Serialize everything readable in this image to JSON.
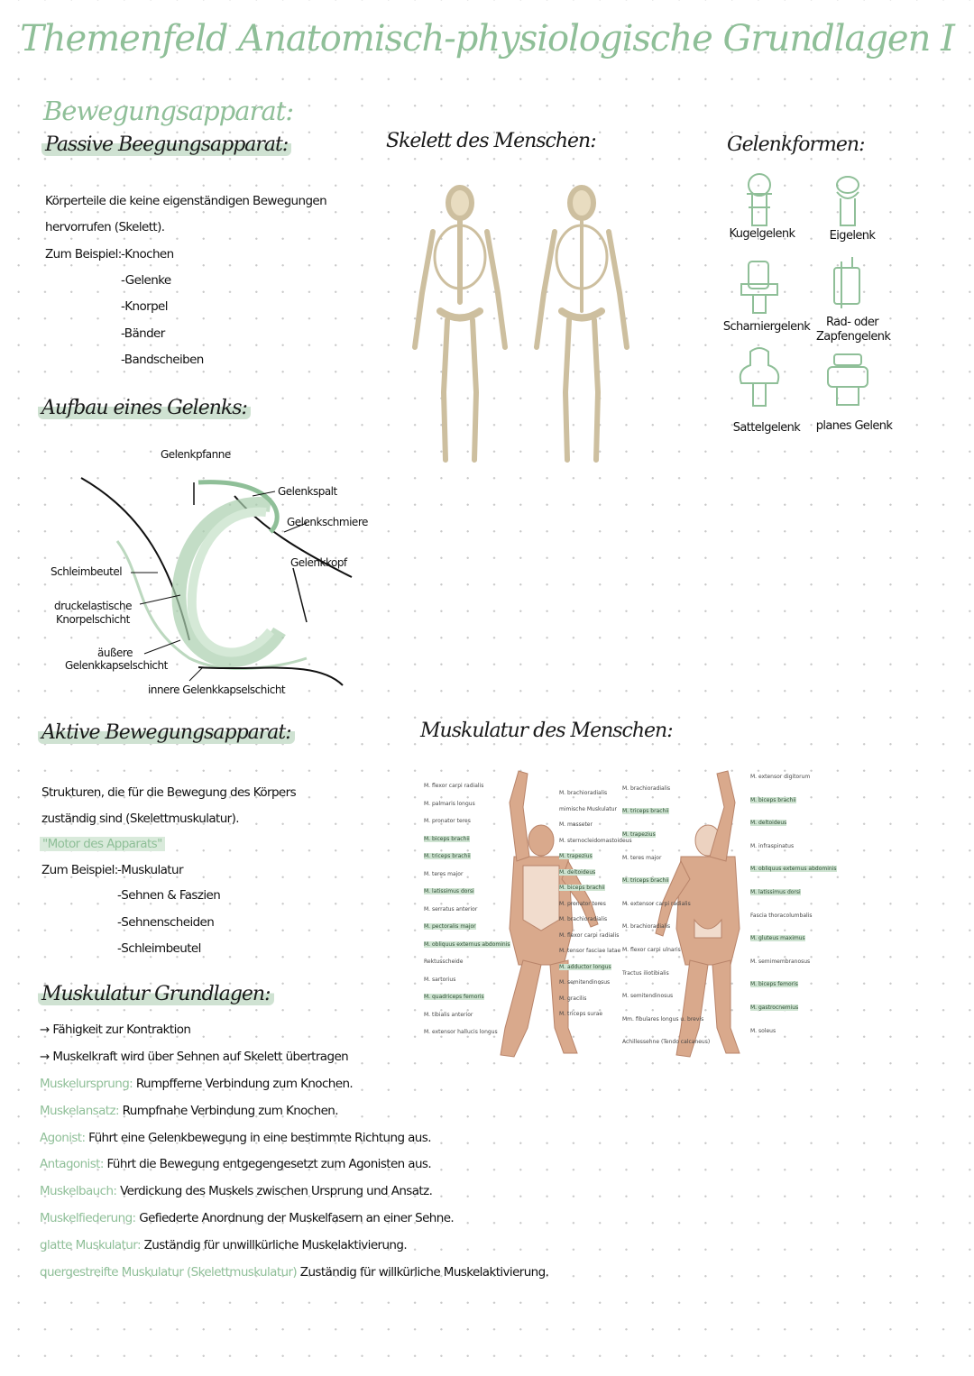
{
  "title": "Themenfeld Anatomisch-physiologische Grundlagen I",
  "bewegungsapparat": {
    "heading": "Bewegungsapparat:",
    "passive": {
      "heading": "Passive Beegungsapparat:",
      "lines": [
        "Körperteile die keine eigenständigen Bewegungen",
        "hervorrufen (Skelett)."
      ],
      "example_label": "Zum Beispiel:",
      "examples": [
        "-Knochen",
        "-Gelenke",
        "-Knorpel",
        "-Bänder",
        "-Bandscheiben"
      ]
    },
    "gelenk": {
      "heading": "Aufbau eines Gelenks:",
      "labels": {
        "gelenkpfanne": "Gelenkpfanne",
        "gelenkspalt": "Gelenkspalt",
        "gelenkschmiere": "Gelenkschmiere",
        "gelenkkopf": "Gelenkkopf",
        "schleimbeutel": "Schleimbeutel",
        "knorpel1": "druckelastische",
        "knorpel2": "Knorpelschicht",
        "aussen1": "äußere",
        "aussen2": "Gelenkkapselschicht",
        "innen": "innere Gelenkkapselschicht"
      }
    },
    "skelett": {
      "heading": "Skelett des Menschen:"
    },
    "gelenkformen": {
      "heading": "Gelenkformen:",
      "items": [
        "Kugelgelenk",
        "Eigelenk",
        "Scharniergelenk",
        "Rad- oder Zapfengelenk",
        "Sattelgelenk",
        "planes Gelenk"
      ]
    },
    "aktive": {
      "heading": "Aktive Bewegungsapparat:",
      "lines": [
        "Strukturen, die für die Bewegung des Körpers",
        "zuständig sind (Skelettmuskulatur)."
      ],
      "highlight": "\"Motor des Apparats\"",
      "example_label": "Zum Beispiel:",
      "examples": [
        "-Muskulatur",
        "-Sehnen & Faszien",
        "-Sehnenscheiden",
        "-Schleimbeutel"
      ]
    },
    "muskulatur": {
      "heading": "Muskulatur des Menschen:",
      "front_labels": [
        "M. flexor carpi radialis",
        "M. palmaris longus",
        "M. pronator teres",
        "M. biceps brachii",
        "M. triceps brachii",
        "M. teres major",
        "M. latissimus dorsi",
        "M. serratus anterior",
        "M. pectoralis major",
        "M. obliquus externus abdominis",
        "Rektusscheide",
        "M. sartorius",
        "M. quadriceps femoris",
        "M. tibialis anterior",
        "M. extensor hallucis longus",
        "M. brachioradialis",
        "mimische Muskulatur",
        "M. masseter",
        "M. sternocleidomastoideus",
        "M. trapezius",
        "M. deltoideus",
        "M. biceps brachii",
        "M. pronator teres",
        "M. brachioradialis",
        "M. flexor carpi radialis",
        "M. tensor fasciae latae",
        "M. adductor longus",
        "M. semitendinosus",
        "M. gracilis",
        "M. triceps surae"
      ],
      "back_labels": [
        "M. extensor digitorum",
        "M. brachioradialis",
        "M. biceps brachii",
        "M. triceps brachii",
        "M. deltoideus",
        "M. trapezius",
        "M. infraspinatus",
        "M. teres major",
        "M. obliquus externus abdominis",
        "M. triceps brachii",
        "M. latissimus dorsi",
        "M. extensor carpi radialis",
        "Fascia thoracolumbalis",
        "M. brachioradialis",
        "M. gluteus maximus",
        "M. flexor carpi ulnaris",
        "M. semimembranosus",
        "Tractus iliotibialis",
        "M. biceps femoris",
        "M. semitendinosus",
        "M. gastrocnemius",
        "Mm. fibulares longus u. brevis",
        "M. soleus",
        "Achillessehne (Tendo calcaneus)"
      ]
    },
    "grundlagen": {
      "heading": "Muskulatur Grundlagen:",
      "bullets": [
        "→ Fähigkeit zur Kontraktion",
        "→ Muskelkraft wird über Sehnen auf Skelett übertragen"
      ],
      "terms": [
        {
          "term": "Muskelursprung:",
          "def": "Rumpfferne Verbindung zum Knochen."
        },
        {
          "term": "Muskelansatz:",
          "def": "Rumpfnahe Verbindung zum Knochen."
        },
        {
          "term": "Agonist:",
          "def": "Führt eine Gelenkbewegung in eine bestimmte Richtung aus."
        },
        {
          "term": "Antagonist:",
          "def": "Führt die Bewegung entgegengesetzt zum Agonisten aus."
        },
        {
          "term": "Muskelbauch:",
          "def": "Verdickung des Muskels zwischen Ursprung und Ansatz."
        },
        {
          "term": "Muskelfiederung:",
          "def": "Gefiederte Anordnung der Muskelfasern an einer Sehne."
        },
        {
          "term": "glatte Muskulatur:",
          "def": "Zuständig für unwillkürliche Muskelaktivierung."
        },
        {
          "term": "quergestreifte Muskulatur (Skelettmuskulatur)",
          "def": "Zuständig für willkürliche Muskelaktivierung."
        }
      ]
    }
  },
  "colors": {
    "accent": "#8fbf98",
    "highlight": "#d9eadb",
    "ink": "#111111",
    "skin": "#d9a98c",
    "bone": "#e8dcc0"
  }
}
